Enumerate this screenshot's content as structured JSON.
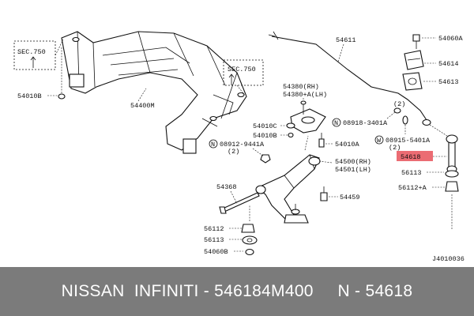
{
  "labels": {
    "sec_left": "SEC.750",
    "sec_right": "SEC.750",
    "p54010B_left": "54010B",
    "p54400M": "54400M",
    "p54380rh": "54380(RH)",
    "p54380lh": "54380+A(LH)",
    "p54010C": "54010C",
    "p54010B_mid": "54010B",
    "p08912": "08912-9441A",
    "p08912_qty": "(2)",
    "p54010A": "54010A",
    "p54500": "54500(RH)",
    "p54501": "54501(LH)",
    "p54368": "54368",
    "p54459": "54459",
    "p56112": "56112",
    "p56113_left": "56113",
    "p54060B": "54060B",
    "p54611": "54611",
    "p54060A": "54060A",
    "p54614": "54614",
    "p54613": "54613",
    "p08918": "08918-3401A",
    "p08915": "08915-5401A",
    "p08915_qty": "(2)",
    "p08918_qty": "(2)",
    "p54618": "54618",
    "p56113_right": "56113",
    "p56112A": "56112+A",
    "ref_code": "J4010036"
  },
  "highlight_color": "#e8525a",
  "footer": {
    "text": "NISSAN  INFINITI - 546184M400     N - 54618"
  }
}
